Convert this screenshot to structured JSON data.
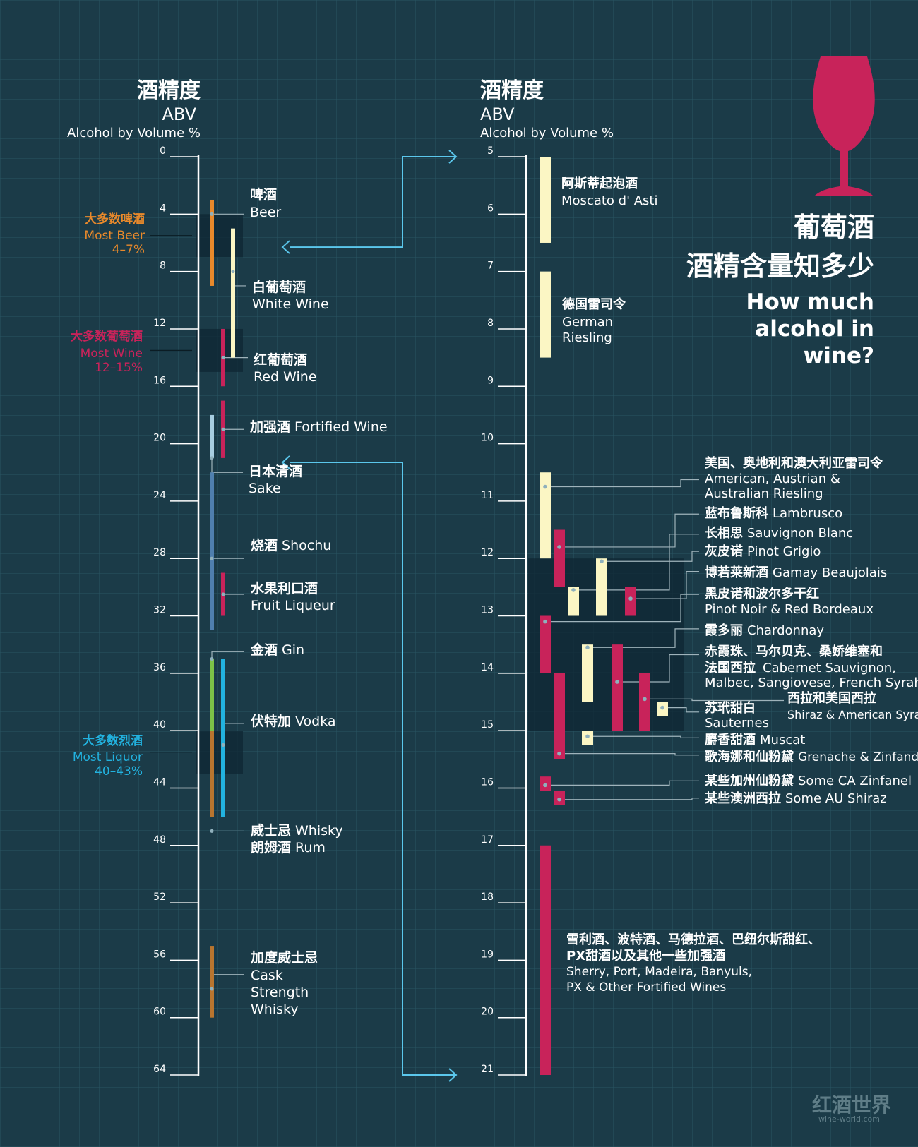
{
  "colors": {
    "background": "#1b3b48",
    "grid": "#2c5663",
    "axis": "#ffffff",
    "beer": "#e8892b",
    "wine": "#c8235a",
    "white_wine": "#fbf6c4",
    "liquor": "#22b2df",
    "sake": "#a7cde0",
    "shochu": "#4f7fae",
    "gin": "#7cc247",
    "whisky": "#b8752f",
    "band": "#0f2733",
    "arrow": "#5bc7ec",
    "text": "#ffffff",
    "muted": "#c7d3d8"
  },
  "header": {
    "left_title": "酒精度",
    "left_abv": "ABV",
    "left_unit": "Alcohol by Volume %",
    "right_title": "酒精度",
    "right_abv": "ABV",
    "right_unit": "Alcohol by Volume %"
  },
  "main_title": {
    "cn_line1": "葡萄酒",
    "cn_line2": "酒精含量知多少",
    "en_line1": "How much",
    "en_line2": "alcohol in",
    "en_line3": "wine?"
  },
  "logo": {
    "cn": "红酒世界",
    "en": "wine-world.com"
  },
  "chart_data": [
    {
      "type": "range-bar",
      "axis_label": "酒精度 ABV Alcohol by Volume %",
      "ylim": [
        0,
        64
      ],
      "ticks": [
        0,
        4,
        8,
        12,
        16,
        20,
        24,
        28,
        32,
        36,
        40,
        44,
        48,
        52,
        56,
        60,
        64
      ],
      "bands": [
        {
          "cn": "大多数啤酒",
          "en": "Most Beer",
          "range_label": "4–7%",
          "range": [
            4,
            7
          ],
          "color": "beer"
        },
        {
          "cn": "大多数葡萄酒",
          "en": "Most Wine",
          "range_label": "12–15%",
          "range": [
            12,
            15
          ],
          "color": "wine"
        },
        {
          "cn": "大多数烈酒",
          "en": "Most Liquor",
          "range_label": "40–43%",
          "range": [
            40,
            43
          ],
          "color": "liquor"
        }
      ],
      "series": [
        {
          "cn": "啤酒",
          "en": "Beer",
          "range": [
            3,
            9
          ],
          "color": "beer"
        },
        {
          "cn": "白葡萄酒",
          "en": "White Wine",
          "range": [
            5,
            14
          ],
          "color": "white_wine"
        },
        {
          "cn": "红葡萄酒",
          "en": "Red Wine",
          "range": [
            12,
            16
          ],
          "color": "wine"
        },
        {
          "cn": "加强酒",
          "en": "Fortified Wine",
          "range": [
            17,
            21
          ],
          "color": "wine"
        },
        {
          "cn": "日本清酒",
          "en": "Sake",
          "range": [
            18,
            21
          ],
          "color": "sake"
        },
        {
          "cn": "烧酒",
          "en": "Shochu",
          "range": [
            22,
            33
          ],
          "color": "shochu"
        },
        {
          "cn": "水果利口酒",
          "en": "Fruit Liqueur",
          "range": [
            29,
            32
          ],
          "color": "wine"
        },
        {
          "cn": "金酒",
          "en": "Gin",
          "range": [
            35,
            40
          ],
          "color": "gin"
        },
        {
          "cn": "伏特加",
          "en": "Vodka",
          "range": [
            35,
            46
          ],
          "color": "liquor"
        },
        {
          "cn": "威士忌",
          "en": "Whisky",
          "range": [
            40,
            46
          ],
          "color": "whisky"
        },
        {
          "cn": "加度威士忌",
          "en": "Cask Strength Whisky",
          "range": [
            55,
            60
          ],
          "color": "whisky"
        }
      ]
    },
    {
      "type": "range-bar",
      "axis_label": "酒精度 ABV Alcohol by Volume %",
      "ylim": [
        5,
        21
      ],
      "ticks": [
        5,
        6,
        7,
        8,
        9,
        10,
        11,
        12,
        13,
        14,
        15,
        16,
        17,
        18,
        19,
        20,
        21
      ],
      "band": {
        "range": [
          12,
          15
        ]
      },
      "series": [
        {
          "cn": "阿斯蒂起泡酒",
          "en": "Moscato d' Asti",
          "range": [
            5,
            6.5
          ],
          "color": "white_wine"
        },
        {
          "cn": "德国雷司令",
          "en": "German Riesling",
          "range": [
            7,
            8.5
          ],
          "color": "white_wine"
        },
        {
          "cn": "美国、奥地利和澳大利亚雷司令",
          "en": "American, Austrian & Australian Riesling",
          "range": [
            10.5,
            12
          ],
          "color": "white_wine"
        },
        {
          "cn": "蓝布鲁斯科",
          "en": "Lambrusco",
          "range": [
            11.5,
            12.5
          ],
          "color": "wine"
        },
        {
          "cn": "长相思",
          "en": "Sauvignon Blanc",
          "range": [
            12.5,
            13
          ],
          "color": "white_wine"
        },
        {
          "cn": "灰皮诺",
          "en": "Pinot Grigio",
          "range": [
            12,
            13
          ],
          "color": "white_wine"
        },
        {
          "cn": "博若莱新酒",
          "en": "Gamay Beaujolais",
          "range": [
            12.5,
            13
          ],
          "color": "wine"
        },
        {
          "cn": "黑皮诺和波尔多干红",
          "en": "Pinot Noir & Red Bordeaux",
          "range": [
            13,
            14
          ],
          "color": "wine"
        },
        {
          "cn": "霞多丽",
          "en": "Chardonnay",
          "range": [
            13.5,
            14.5
          ],
          "color": "white_wine"
        },
        {
          "cn": "赤霞珠、马尔贝克、桑娇维塞和法国西拉",
          "en": "Cabernet Sauvignon, Malbec, Sangiovese, French Syrah",
          "range": [
            13.5,
            15
          ],
          "color": "wine"
        },
        {
          "cn": "西拉和美国西拉",
          "en": "Shiraz & American Syrah",
          "range": [
            14,
            15
          ],
          "color": "wine"
        },
        {
          "cn": "苏玳甜白",
          "en": "Sauternes",
          "range": [
            14.5,
            14.75
          ],
          "color": "white_wine"
        },
        {
          "cn": "麝香甜酒",
          "en": "Muscat",
          "range": [
            15,
            15.25
          ],
          "color": "white_wine"
        },
        {
          "cn": "歌海娜和仙粉黛",
          "en": "Grenache & Zinfandel",
          "range": [
            14,
            15.5
          ],
          "color": "wine"
        },
        {
          "cn": "某些加州仙粉黛",
          "en": "Some CA Zinfanel",
          "range": [
            15.8,
            16.05
          ],
          "color": "wine"
        },
        {
          "cn": "某些澳洲西拉",
          "en": "Some AU Shiraz",
          "range": [
            16.05,
            16.3
          ],
          "color": "wine"
        },
        {
          "cn": "雪利酒、波特酒、马德拉酒、巴纽尔斯甜红、PX甜酒以及其他一些加强酒",
          "en": "Sherry, Port, Madeira, Banyuls, PX & Other Fortified Wines",
          "range": [
            17,
            21
          ],
          "color": "wine"
        }
      ]
    }
  ],
  "text": {
    "band_beer_cn": "大多数啤酒",
    "band_beer_en": "Most Beer",
    "band_beer_range": "4–7%",
    "band_wine_cn": "大多数葡萄酒",
    "band_wine_en": "Most Wine",
    "band_wine_range": "12–15%",
    "band_liquor_cn": "大多数烈酒",
    "band_liquor_en": "Most Liquor",
    "band_liquor_range": "40–43%",
    "l_beer_cn": "啤酒",
    "l_beer_en": "Beer",
    "l_white_cn": "白葡萄酒",
    "l_white_en": "White Wine",
    "l_red_cn": "红葡萄酒",
    "l_red_en": "Red Wine",
    "l_fort_cn": "加强酒",
    "l_fort_en": "Fortified Wine",
    "l_sake_cn": "日本清酒",
    "l_sake_en": "Sake",
    "l_shochu_cn": "烧酒",
    "l_shochu_en": "Shochu",
    "l_fruit_cn": "水果利口酒",
    "l_fruit_en": "Fruit Liqueur",
    "l_gin_cn": "金酒",
    "l_gin_en": "Gin",
    "l_vodka_cn": "伏特加",
    "l_vodka_en": "Vodka",
    "l_whisky_cn": "威士忌",
    "l_whisky_en": "Whisky",
    "l_rum_cn": "朗姆酒",
    "l_rum_en": "Rum",
    "l_cask_cn": "加度威士忌",
    "l_cask_en1": "Cask",
    "l_cask_en2": "Strength",
    "l_cask_en3": "Whisky",
    "r_moscato_cn": "阿斯蒂起泡酒",
    "r_moscato_en": "Moscato d' Asti",
    "r_german_cn": "德国雷司令",
    "r_german_en1": "German",
    "r_german_en2": "Riesling",
    "r_amer_cn": "美国、奥地利和澳大利亚雷司令",
    "r_amer_en1": "American, Austrian &",
    "r_amer_en2": "Australian Riesling",
    "r_lamb_cn": "蓝布鲁斯科",
    "r_lamb_en": "Lambrusco",
    "r_sauv_cn": "长相思",
    "r_sauv_en": "Sauvignon Blanc",
    "r_pinotg_cn": "灰皮诺",
    "r_pinotg_en": "Pinot Grigio",
    "r_gamay_cn": "博若莱新酒",
    "r_gamay_en": "Gamay Beaujolais",
    "r_pinotn_cn": "黑皮诺和波尔多干红",
    "r_pinotn_en": "Pinot Noir & Red Bordeaux",
    "r_chard_cn": "霞多丽",
    "r_chard_en": "Chardonnay",
    "r_cab_cn1": "赤霞珠、马尔贝克、桑娇维塞和",
    "r_cab_cn2": "法国西拉",
    "r_cab_en1": "Cabernet Sauvignon,",
    "r_cab_en2": "Malbec, Sangiovese, French Syrah",
    "r_shiraz_cn": "西拉和美国西拉",
    "r_shiraz_en": "Shiraz & American Syrah",
    "r_saut_cn": "苏玳甜白",
    "r_saut_en": "Sauternes",
    "r_muscat_cn": "麝香甜酒",
    "r_muscat_en": "Muscat",
    "r_gren_cn": "歌海娜和仙粉黛",
    "r_gren_en": "Grenache & Zinfandel",
    "r_cazin_cn": "某些加州仙粉黛",
    "r_cazin_en": "Some CA Zinfanel",
    "r_aushiraz_cn": "某些澳洲西拉",
    "r_aushiraz_en": "Some AU Shiraz",
    "r_sherry_cn1": "雪利酒、波特酒、马德拉酒、巴纽尔斯甜红、",
    "r_sherry_cn2": "PX甜酒以及其他一些加强酒",
    "r_sherry_en1": "Sherry, Port, Madeira, Banyuls,",
    "r_sherry_en2": "PX & Other Fortified Wines"
  }
}
